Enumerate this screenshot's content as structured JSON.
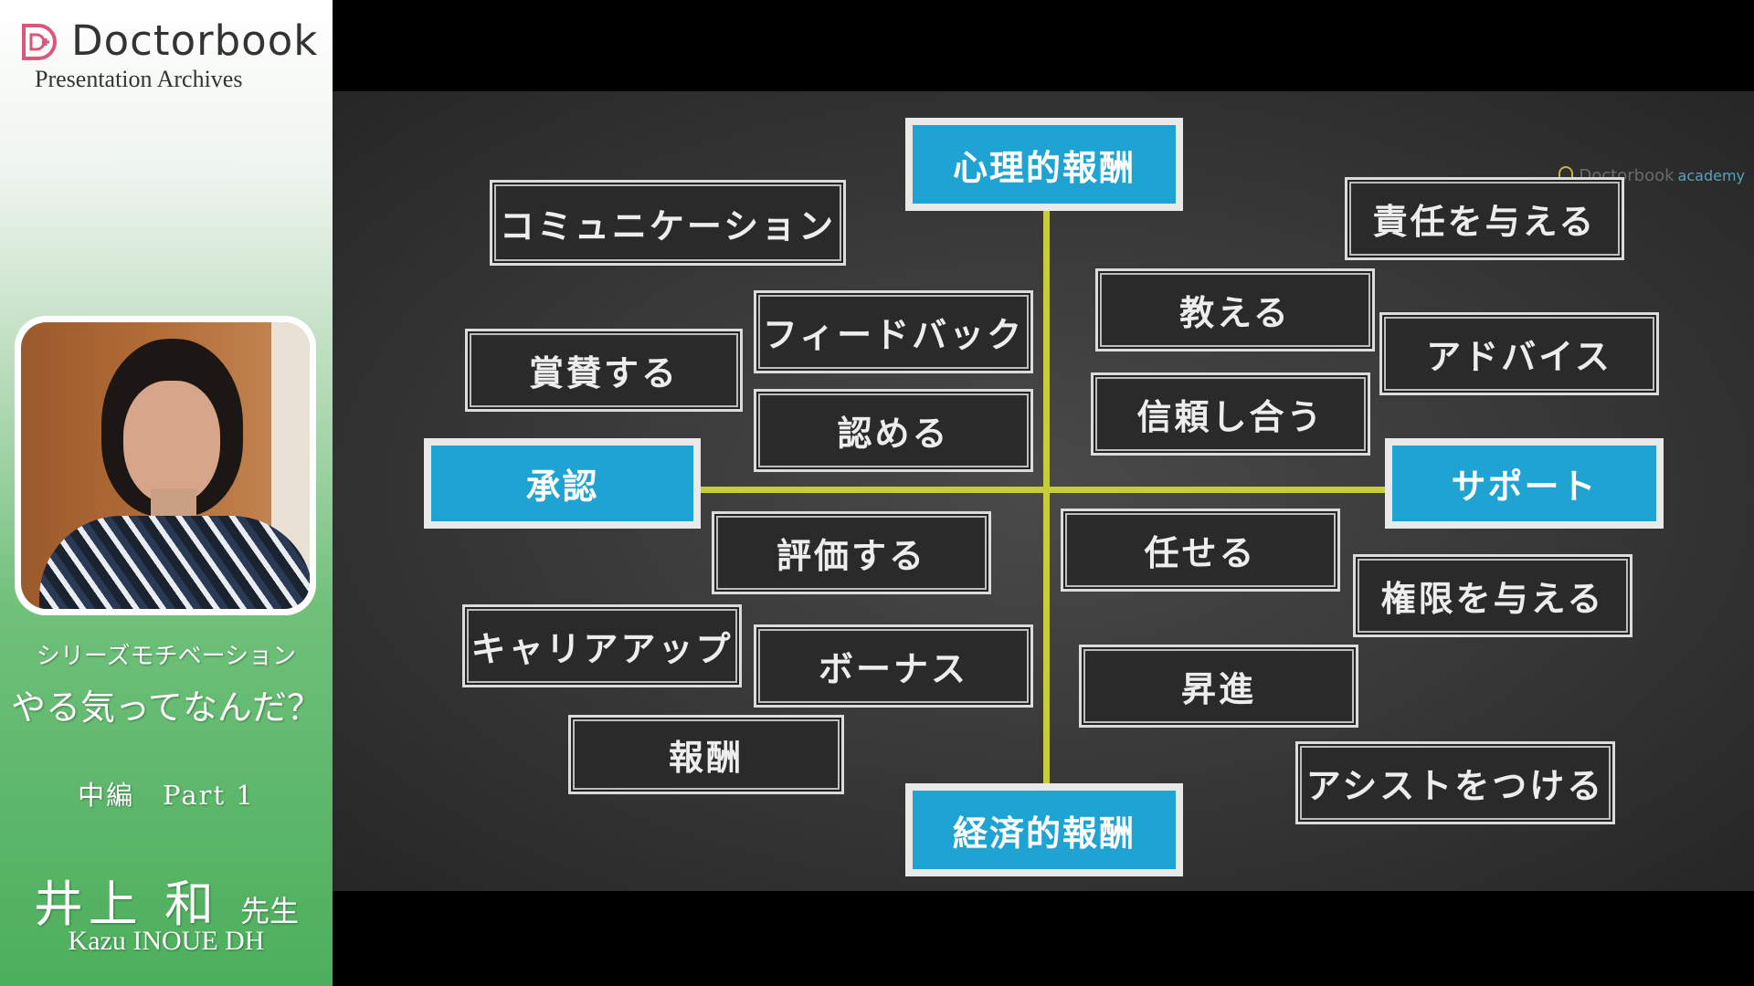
{
  "sidebar": {
    "brand_name": "Doctorbook",
    "brand_subtitle": "Presentation Archives",
    "series_label": "シリーズモチベーション",
    "title": "やる気ってなんだ？",
    "part": "中編　Part 1",
    "speaker_name": "井上 和",
    "speaker_honorific": "先生",
    "speaker_name_en": "Kazu INOUE DH"
  },
  "slide": {
    "watermark": {
      "brand": "Doctorbook",
      "suffix": "academy"
    },
    "axes": {
      "top": "心理的報酬",
      "bottom": "経済的報酬",
      "left": "承認",
      "right": "サポート"
    },
    "items": [
      "コミュニケーション",
      "フィードバック",
      "賞賛する",
      "認める",
      "評価する",
      "キャリアアップ",
      "ボーナス",
      "報酬",
      "責任を与える",
      "教える",
      "アドバイス",
      "信頼し合う",
      "任せる",
      "権限を与える",
      "昇進",
      "アシストをつける"
    ]
  },
  "colors": {
    "axis": "#c6cc3a",
    "primary_card": "#1fa3d3",
    "sidebar_green": "#4caf5c"
  }
}
